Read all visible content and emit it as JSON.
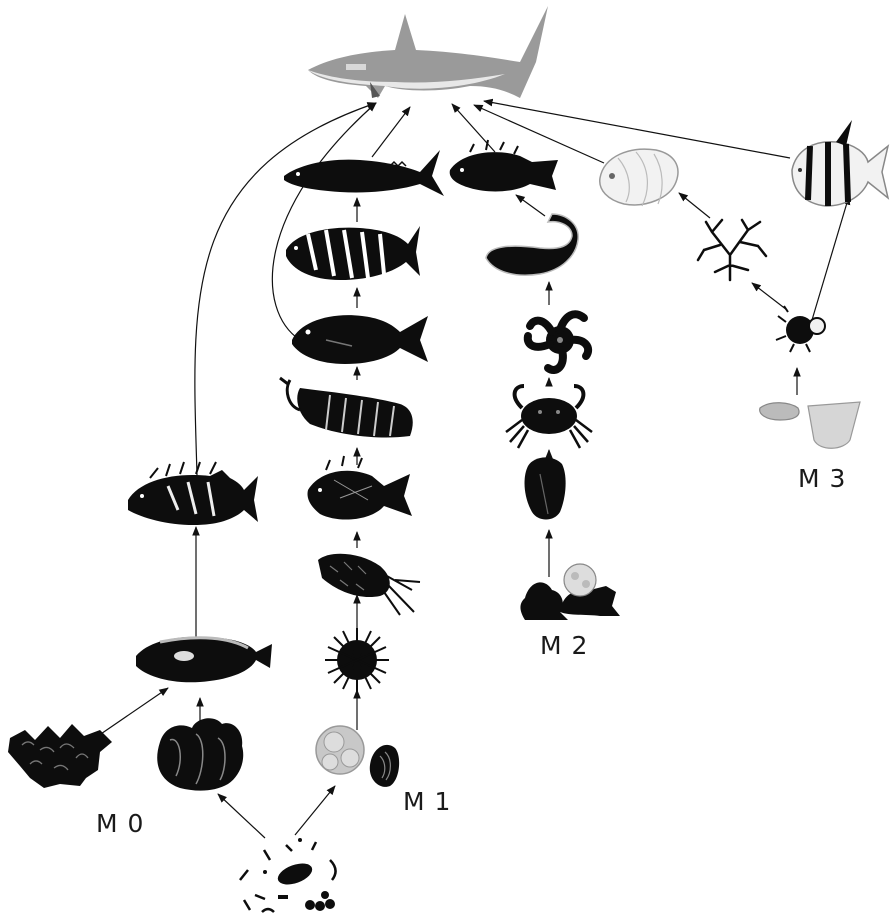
{
  "diagram": {
    "module_labels": {
      "m0": "M 0",
      "m1": "M 1",
      "m2": "M 2",
      "m3": "M 3"
    },
    "colors": {
      "silhouette": "#0d0d0d",
      "light_organism": "#d0d0d0",
      "shark": "#9a9a9a",
      "arrow": "#111111",
      "background": "#ffffff"
    }
  }
}
